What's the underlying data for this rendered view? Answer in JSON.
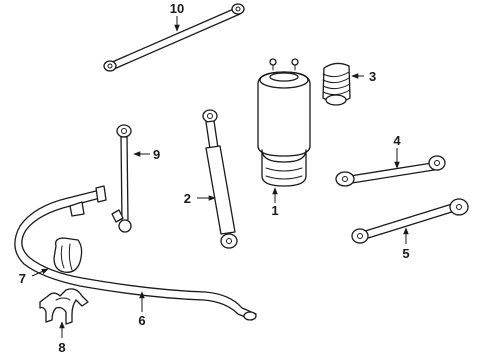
{
  "callouts": [
    {
      "id": "1",
      "label": "1"
    },
    {
      "id": "2",
      "label": "2"
    },
    {
      "id": "3",
      "label": "3"
    },
    {
      "id": "4",
      "label": "4"
    },
    {
      "id": "5",
      "label": "5"
    },
    {
      "id": "6",
      "label": "6"
    },
    {
      "id": "7",
      "label": "7"
    },
    {
      "id": "8",
      "label": "8"
    },
    {
      "id": "9",
      "label": "9"
    },
    {
      "id": "10",
      "label": "10"
    }
  ],
  "colors": {
    "ink": "#1a1a1a",
    "background": "#ffffff"
  }
}
